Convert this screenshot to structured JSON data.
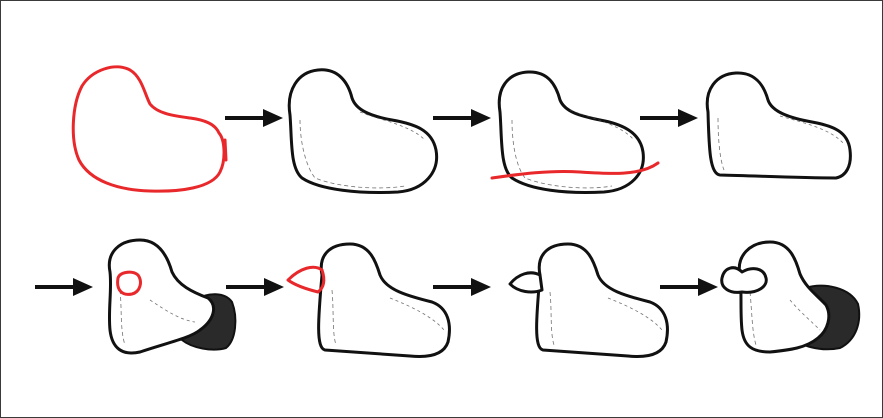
{
  "figure": {
    "description_free": true,
    "stroke_color": "#111111",
    "sketch_color": "#e8282b",
    "background": "#ffffff",
    "rows": [
      {
        "steps": [
          "sketch-outline",
          "inflated-blob",
          "cut-stroke",
          "cut-result"
        ]
      },
      {
        "steps": [
          "extruded-body",
          "draw-on-surface",
          "add-protrusion",
          "refined-protrusion"
        ]
      }
    ],
    "arrow_count": 7
  }
}
